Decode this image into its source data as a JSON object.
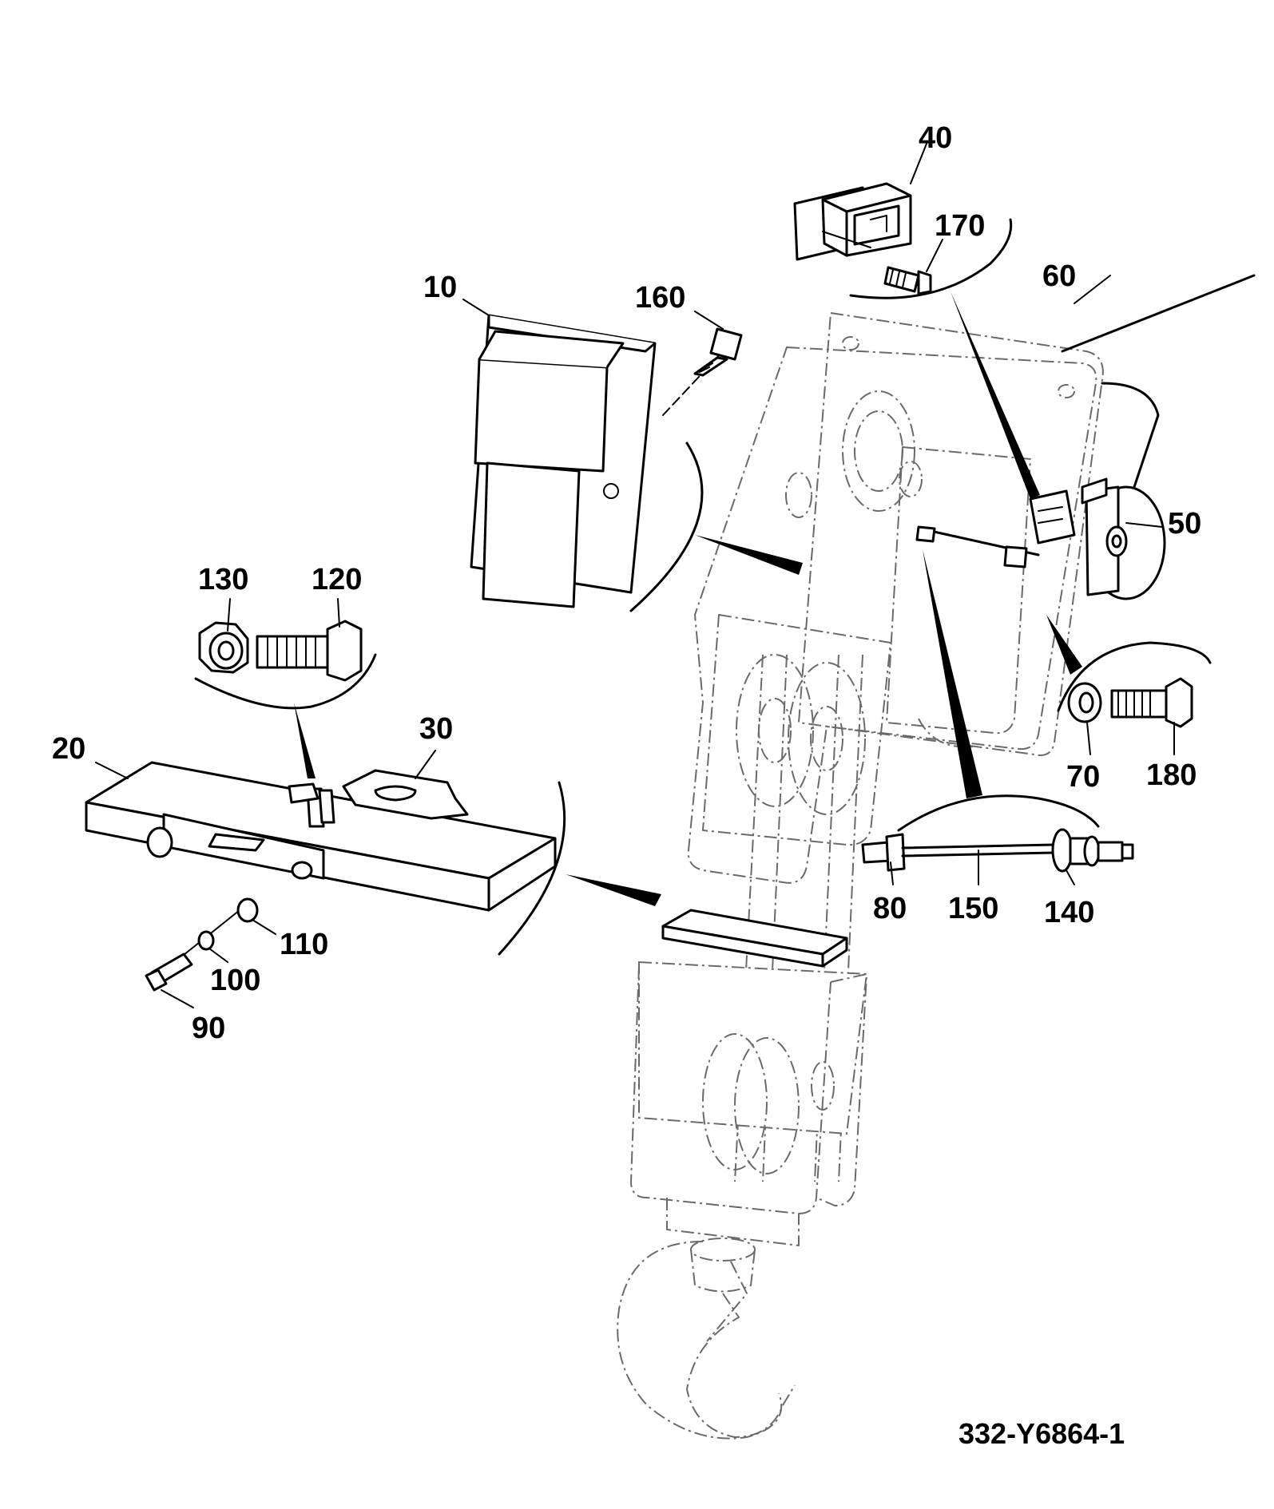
{
  "diagram": {
    "figure_id": "332-Y6864-1",
    "callouts": [
      {
        "id": "c10",
        "label": "10"
      },
      {
        "id": "c20",
        "label": "20"
      },
      {
        "id": "c30",
        "label": "30"
      },
      {
        "id": "c40",
        "label": "40"
      },
      {
        "id": "c50",
        "label": "50"
      },
      {
        "id": "c60",
        "label": "60"
      },
      {
        "id": "c70",
        "label": "70"
      },
      {
        "id": "c80",
        "label": "80"
      },
      {
        "id": "c90",
        "label": "90"
      },
      {
        "id": "c100",
        "label": "100"
      },
      {
        "id": "c110",
        "label": "110"
      },
      {
        "id": "c120",
        "label": "120"
      },
      {
        "id": "c130",
        "label": "130"
      },
      {
        "id": "c140",
        "label": "140"
      },
      {
        "id": "c150",
        "label": "150"
      },
      {
        "id": "c160",
        "label": "160"
      },
      {
        "id": "c170",
        "label": "170"
      },
      {
        "id": "c180",
        "label": "180"
      }
    ]
  }
}
